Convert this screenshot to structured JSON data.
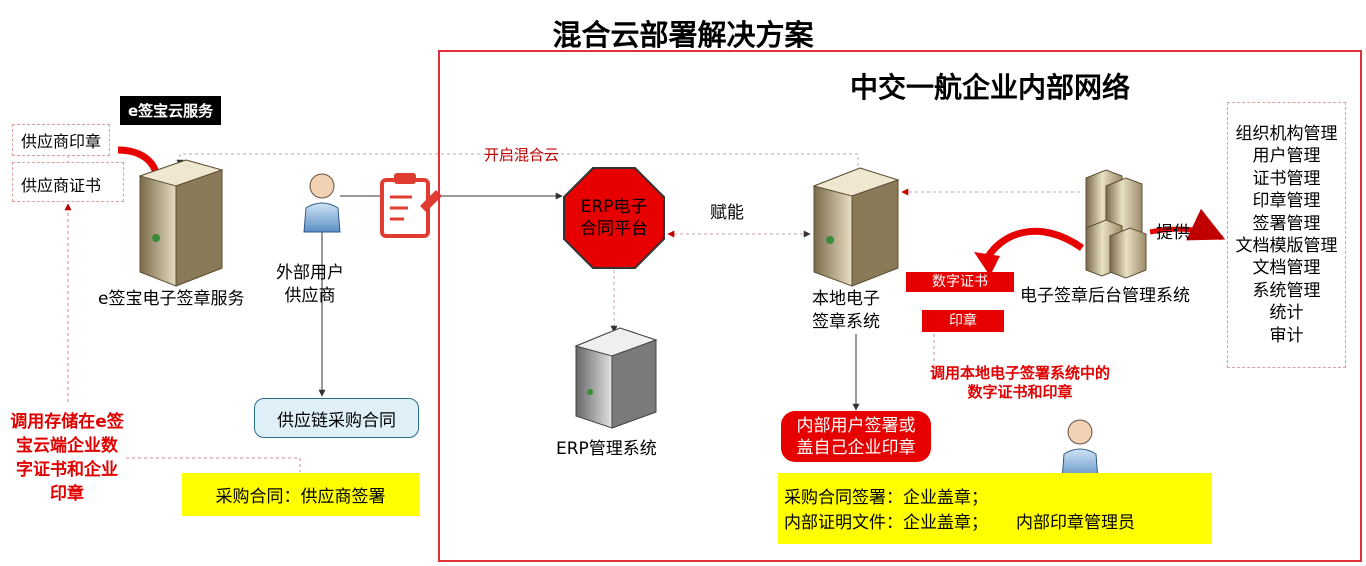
{
  "title": "混合云部署解决方案",
  "inner_network": {
    "title": "中交一航企业内部网络"
  },
  "cloud_service": {
    "badge": "e签宝云服务",
    "seal_box": "供应商印章",
    "cert_box": "供应商证书",
    "server_label": "e签宝电子签章服务",
    "note": "调用存储在e签宝云端企业数字证书和企业印章"
  },
  "external_user": {
    "line1": "外部用户",
    "line2": "供应商",
    "icon": "user-icon"
  },
  "contract_icon": "clipboard-icon",
  "supply_contract": "供应链采购合同",
  "yellow_left": "采购合同：供应商签署",
  "hybrid_label": "开启混合云",
  "erp_platform": {
    "line1": "ERP电子",
    "line2": "合同平台",
    "color": "#e60000"
  },
  "erp_system": "ERP管理系统",
  "empower_label": "赋能",
  "local_system": {
    "line1": "本地电子",
    "line2": "签章系统"
  },
  "internal_sign": {
    "line1": "内部用户签署或",
    "line2": "盖自己企业印章"
  },
  "yellow_right": {
    "line1": "采购合同签署：企业盖章；",
    "line2": "内部证明文件：企业盖章；",
    "admin": "内部印章管理员"
  },
  "tags": {
    "cert": "数字证书",
    "seal": "印章"
  },
  "backend_system": "电子签章后台管理系统",
  "right_note": "调用本地电子签署系统中的数字证书和印章",
  "provide_label": "提供",
  "management_items": [
    "组织机构管理",
    "用户管理",
    "证书管理",
    "印章管理",
    "签署管理",
    "文档模版管理",
    "文档管理",
    "系统管理",
    "统计",
    "审计"
  ],
  "colors": {
    "accent_red": "#e60000",
    "highlight_yellow": "#ffff00",
    "note_red": "#e00000"
  }
}
